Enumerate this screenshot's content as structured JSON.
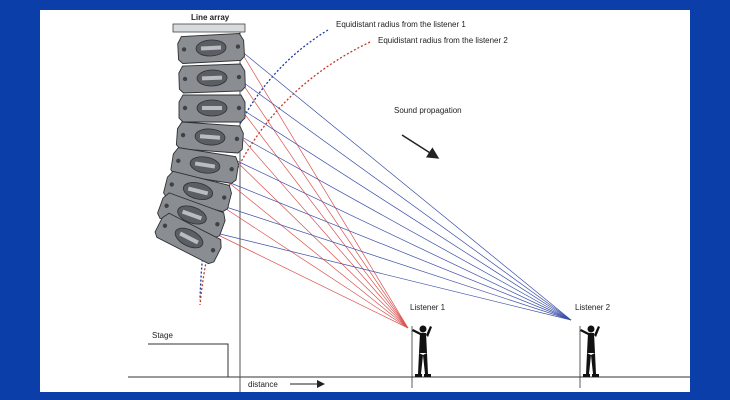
{
  "diagram": {
    "array_label": "Line array",
    "radius_label_1": "Equidistant radius from the listener 1",
    "radius_label_2": "Equidistant radius from the listener 2",
    "propagation_label": "Sound propagation",
    "listener_1_label": "Listener 1",
    "listener_2_label": "Listener 2",
    "stage_label": "Stage",
    "distance_label": "distance",
    "colors": {
      "background": "#0b3ea8",
      "panel": "#ffffff",
      "listener_1_rays": "#d9534f",
      "listener_2_rays": "#3a4fa8",
      "radius_1_curve": "#1f3aa0",
      "radius_2_curve": "#c0392b",
      "speaker_fill": "#8a8e93",
      "speaker_dark": "#5b5f63"
    },
    "speaker_cabinet_count": 8,
    "ray_count_per_listener": 8
  }
}
